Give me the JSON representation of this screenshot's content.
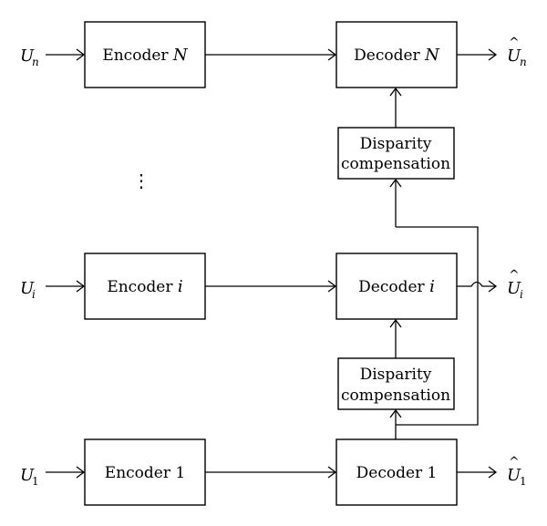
{
  "encoders": {
    "n": {
      "label": "Encoder ",
      "index": "N"
    },
    "i": {
      "label": "Encoder ",
      "index": "i"
    },
    "one": {
      "label": "Encoder 1"
    }
  },
  "decoders": {
    "n": {
      "label": "Decoder ",
      "index": "N"
    },
    "i": {
      "label": "Decoder ",
      "index": "i"
    },
    "one": {
      "label": "Decoder 1"
    }
  },
  "disparity_blocks": {
    "upper": {
      "line1": "Disparity",
      "line2": "compensation"
    },
    "lower": {
      "line1": "Disparity",
      "line2": "compensation"
    }
  },
  "inputs": {
    "n": {
      "symbol": "U",
      "subscript": "n"
    },
    "i": {
      "symbol": "U",
      "subscript": "i"
    },
    "one": {
      "symbol": "U",
      "subscript": "1"
    }
  },
  "outputs": {
    "n": {
      "symbol": "U",
      "hat": "^",
      "subscript": "n"
    },
    "i": {
      "symbol": "U",
      "hat": "^",
      "subscript": "i"
    },
    "one": {
      "symbol": "U",
      "hat": "^",
      "subscript": "1"
    }
  },
  "ellipsis": "⋮"
}
